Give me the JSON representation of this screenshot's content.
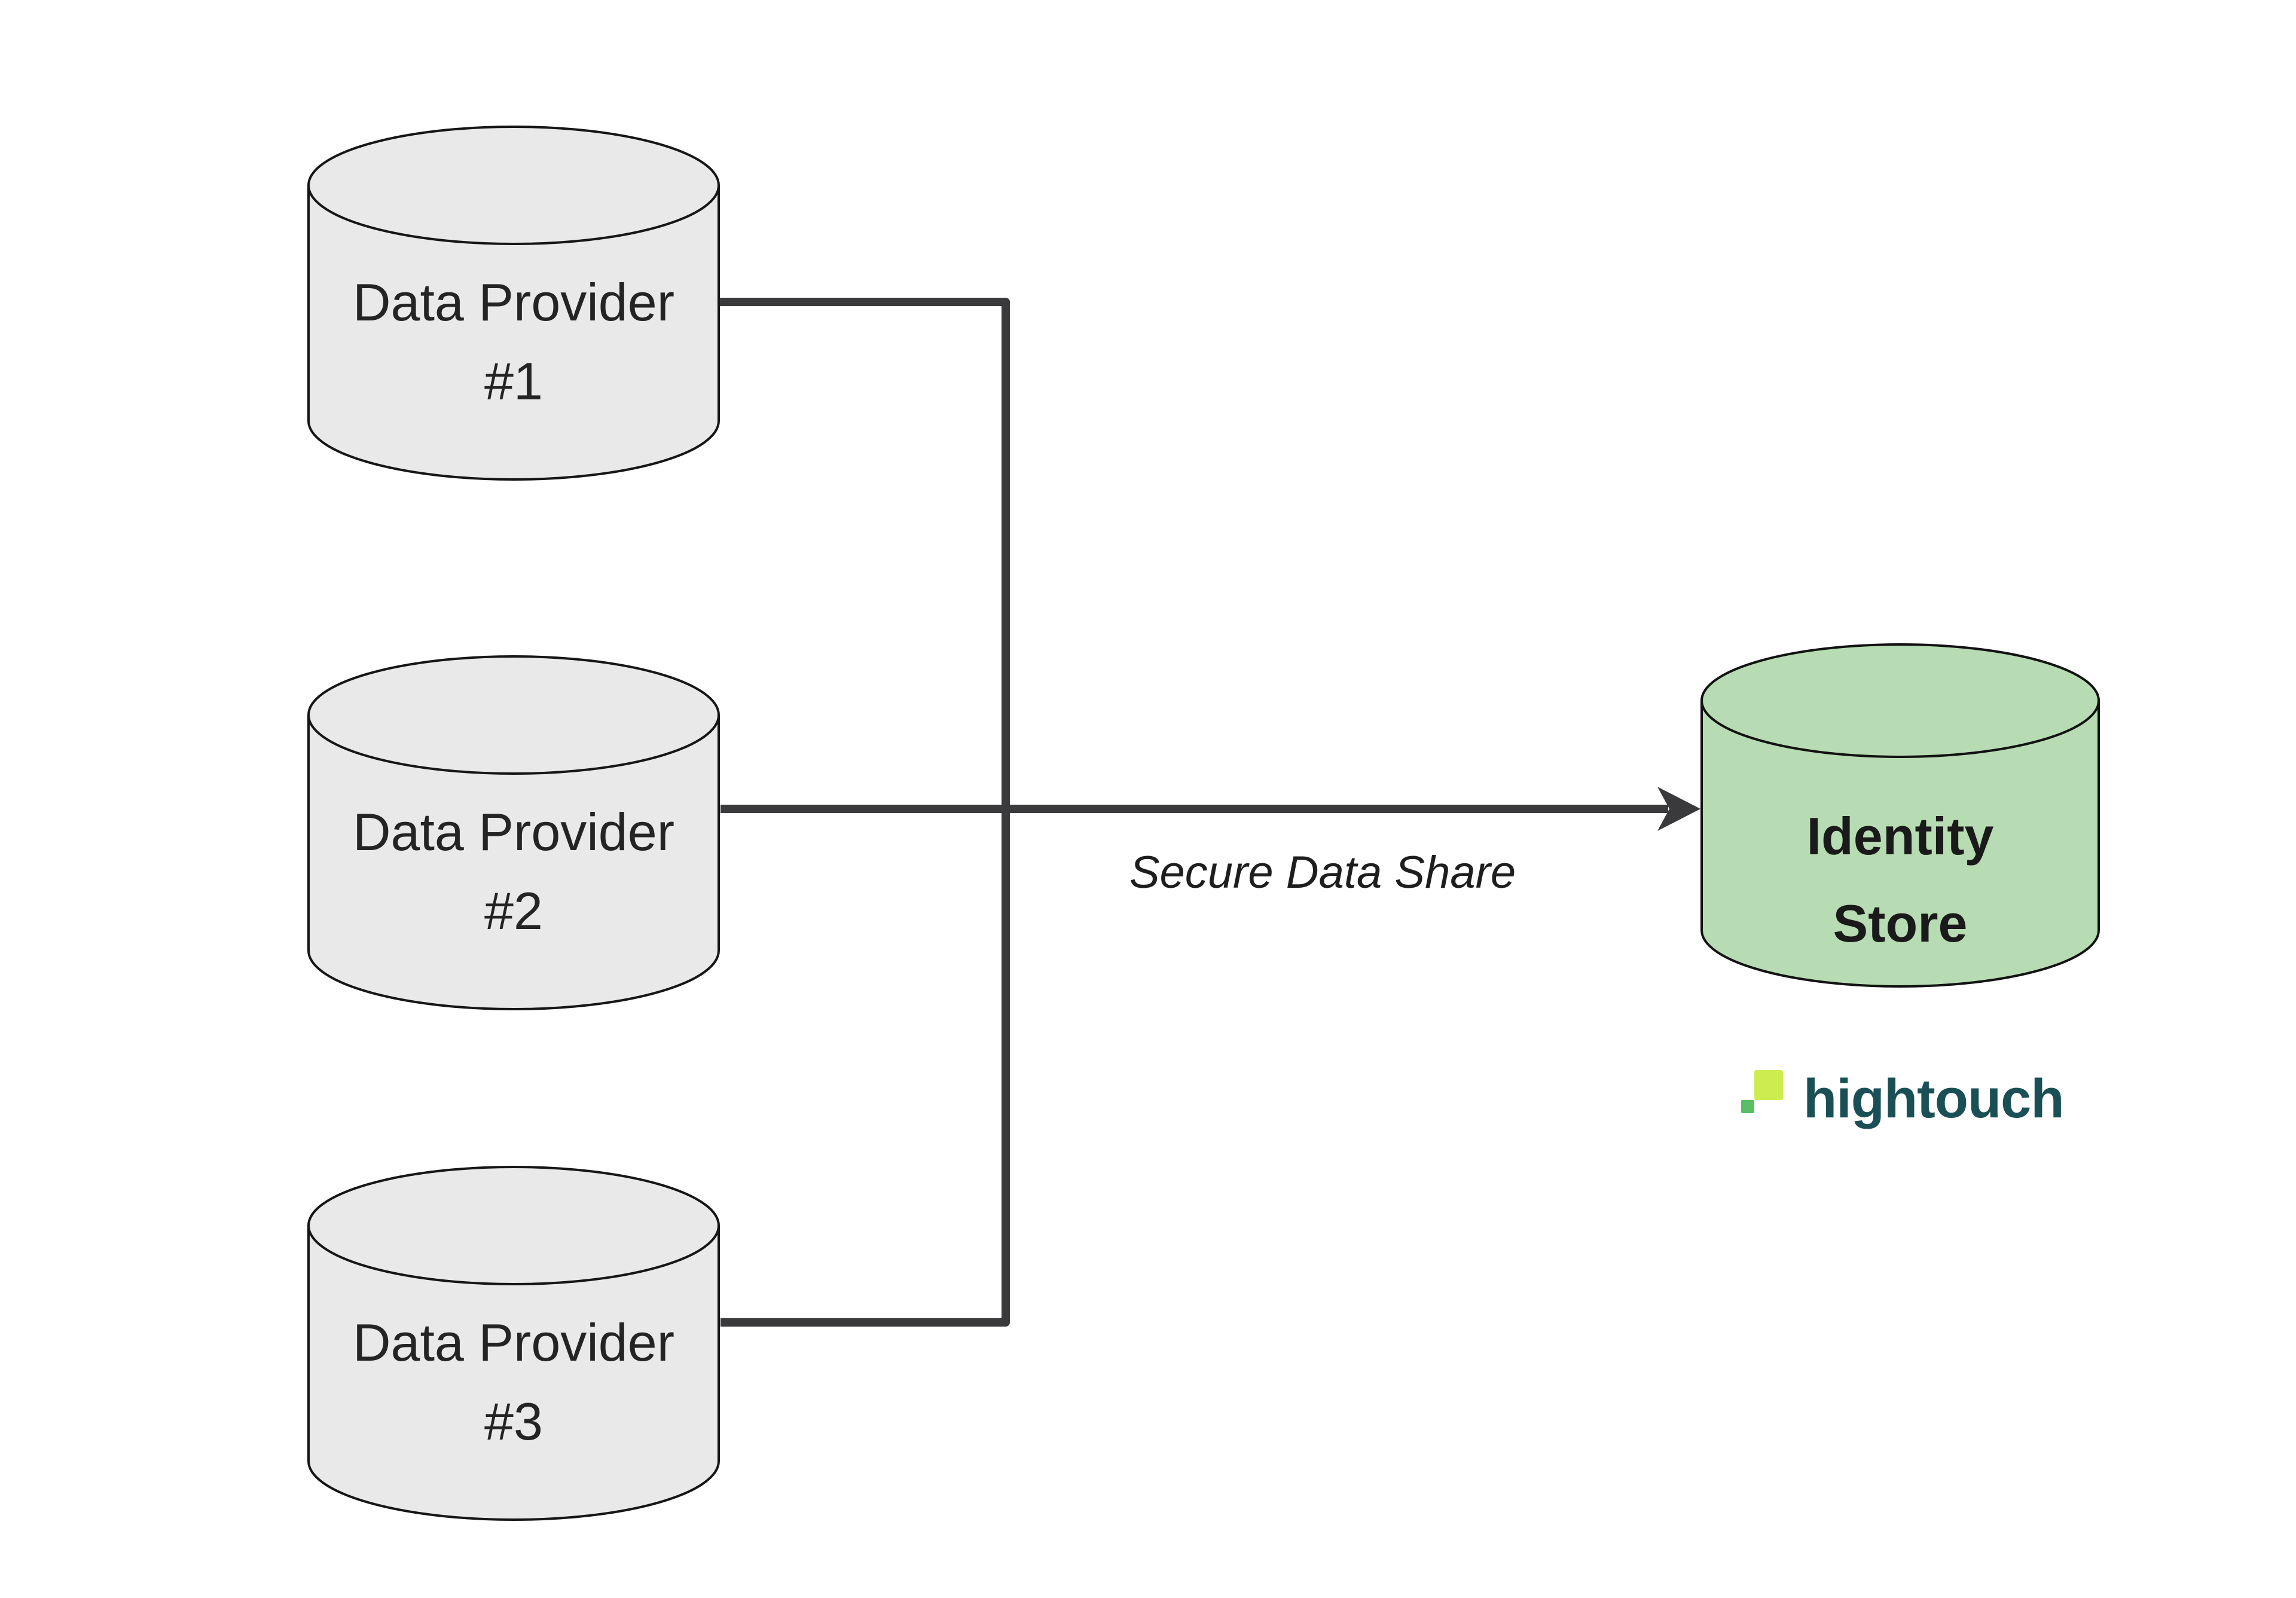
{
  "diagram": {
    "providers": [
      {
        "line1": "Data Provider",
        "line2": "#1"
      },
      {
        "line1": "Data Provider",
        "line2": "#2"
      },
      {
        "line1": "Data Provider",
        "line2": "#3"
      }
    ],
    "identity_store": {
      "line1": "Identity",
      "line2": "Store"
    },
    "arrow_label": "Secure Data Share",
    "logo": {
      "wordmark": "hightouch"
    },
    "colors": {
      "background": "#ffffff",
      "provider_fill": "#e9e9e9",
      "provider_stroke": "#161616",
      "identity_fill": "#b7dbb2",
      "identity_stroke": "#121212",
      "connector": "#3a3a3c",
      "label_text": "#242424",
      "identity_text": "#1a1a1a",
      "edge_label_text": "#1e1e1e",
      "logo_text": "#1a5055",
      "logo_lime": "#cdec4f",
      "logo_green": "#5abe68"
    }
  }
}
